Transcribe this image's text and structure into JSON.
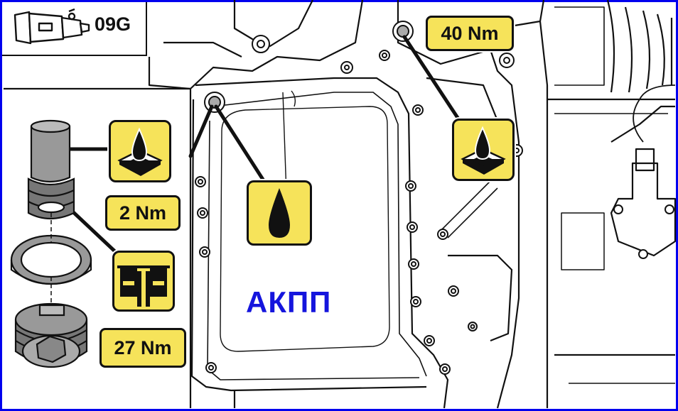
{
  "header": {
    "transmission_code": "09G"
  },
  "labels": {
    "torque_top": "40 Nm",
    "torque_cap": "2 Nm",
    "torque_plug": "27 Nm",
    "part_name": "АКПП"
  },
  "icons": {
    "transmission": "transmission-icon",
    "oil_level": "oil-level-icon",
    "oil_drop": "oil-drop-icon",
    "seal_section": "seal-section-icon"
  },
  "colors": {
    "badge": "#f6e35a",
    "frame": "#0000ee",
    "part_name": "#1515dd"
  }
}
